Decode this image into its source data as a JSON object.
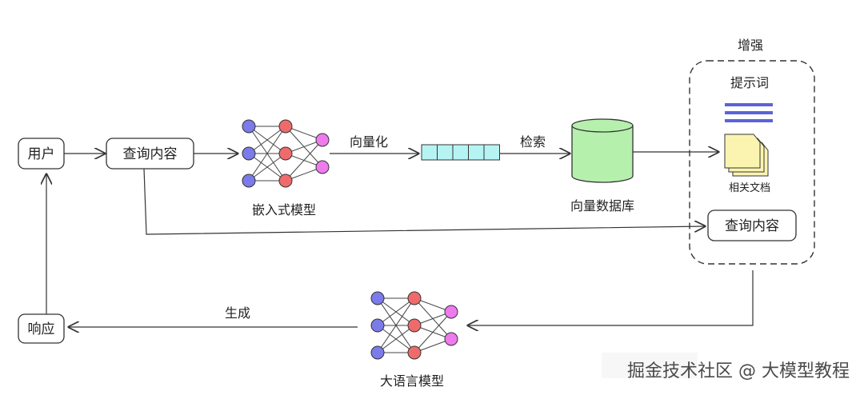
{
  "nodes": {
    "user": "用户",
    "query_left": "查询内容",
    "embedding_model": "嵌入式模型",
    "vector_db": "向量数据库",
    "augment": "增强",
    "prompt": "提示词",
    "related_docs": "相关文档",
    "query_right": "查询内容",
    "response": "响应",
    "llm": "大语言模型"
  },
  "edges": {
    "vectorize": "向量化",
    "retrieve": "检索",
    "generate": "生成"
  },
  "watermark": "掘金技术社区 @ 大模型教程",
  "colors": {
    "neuron_input": "#7b7bea",
    "neuron_hidden": "#ef6b6b",
    "neuron_output": "#ee7bee",
    "vector_cell": "#b6f4f4",
    "database": "#b6f0ad",
    "prompt_lines": "#5c63d8",
    "docs": "#fbf4b0"
  }
}
